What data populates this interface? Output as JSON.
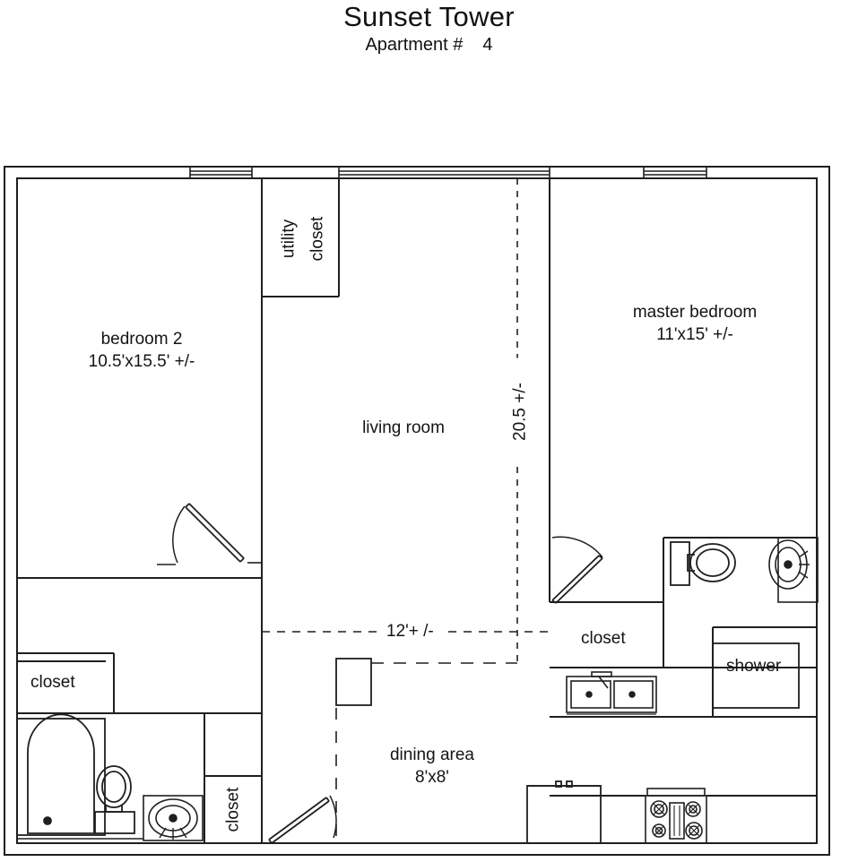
{
  "header": {
    "title": "Sunset Tower",
    "subtitle_label": "Apartment #",
    "apartment_number": "4"
  },
  "plan": {
    "type": "floor-plan",
    "units": "feet",
    "rooms": [
      {
        "id": "bedroom-2",
        "name": "bedroom 2",
        "dimensions": "10.5'x15.5' +/-"
      },
      {
        "id": "master-bedroom",
        "name": "master bedroom",
        "dimensions": "11'x15' +/-"
      },
      {
        "id": "living-room",
        "name": "living room",
        "dimensions": ""
      },
      {
        "id": "dining-area",
        "name": "dining area",
        "dimensions": "8'x8'"
      },
      {
        "id": "utility-closet",
        "name_line1": "utility",
        "name_line2": "closet"
      },
      {
        "id": "closet-bedroom2",
        "name": "closet"
      },
      {
        "id": "closet-hall",
        "name": "closet"
      },
      {
        "id": "closet-master",
        "name": "closet"
      },
      {
        "id": "shower",
        "name": "shower"
      }
    ],
    "dimension_labels": [
      {
        "id": "vertical-depth",
        "text": "20.5 +/-",
        "orientation": "vertical"
      },
      {
        "id": "horizontal-width",
        "text": "12'+ /-",
        "orientation": "horizontal"
      }
    ],
    "fixtures": [
      {
        "id": "bathtub",
        "name": "bathtub"
      },
      {
        "id": "toilet-hall-bath",
        "name": "toilet"
      },
      {
        "id": "sink-hall-bath",
        "name": "sink"
      },
      {
        "id": "toilet-master-bath",
        "name": "toilet"
      },
      {
        "id": "sink-master-bath",
        "name": "sink"
      },
      {
        "id": "kitchen-sink",
        "name": "double kitchen sink"
      },
      {
        "id": "stove",
        "name": "stove"
      },
      {
        "id": "refrigerator",
        "name": "refrigerator"
      }
    ],
    "doors": [
      {
        "id": "door-bedroom-2",
        "swing": "up-left"
      },
      {
        "id": "door-master-bedroom",
        "swing": "up-right"
      },
      {
        "id": "door-entry",
        "swing": "up-right"
      }
    ],
    "windows": [
      {
        "id": "window-bedroom-2"
      },
      {
        "id": "window-living-room"
      },
      {
        "id": "window-master-bedroom"
      }
    ],
    "colors": {
      "wall": "#1f1f1f",
      "fixture": "#2a2a2a",
      "text": "#141414",
      "background": "#ffffff"
    }
  }
}
